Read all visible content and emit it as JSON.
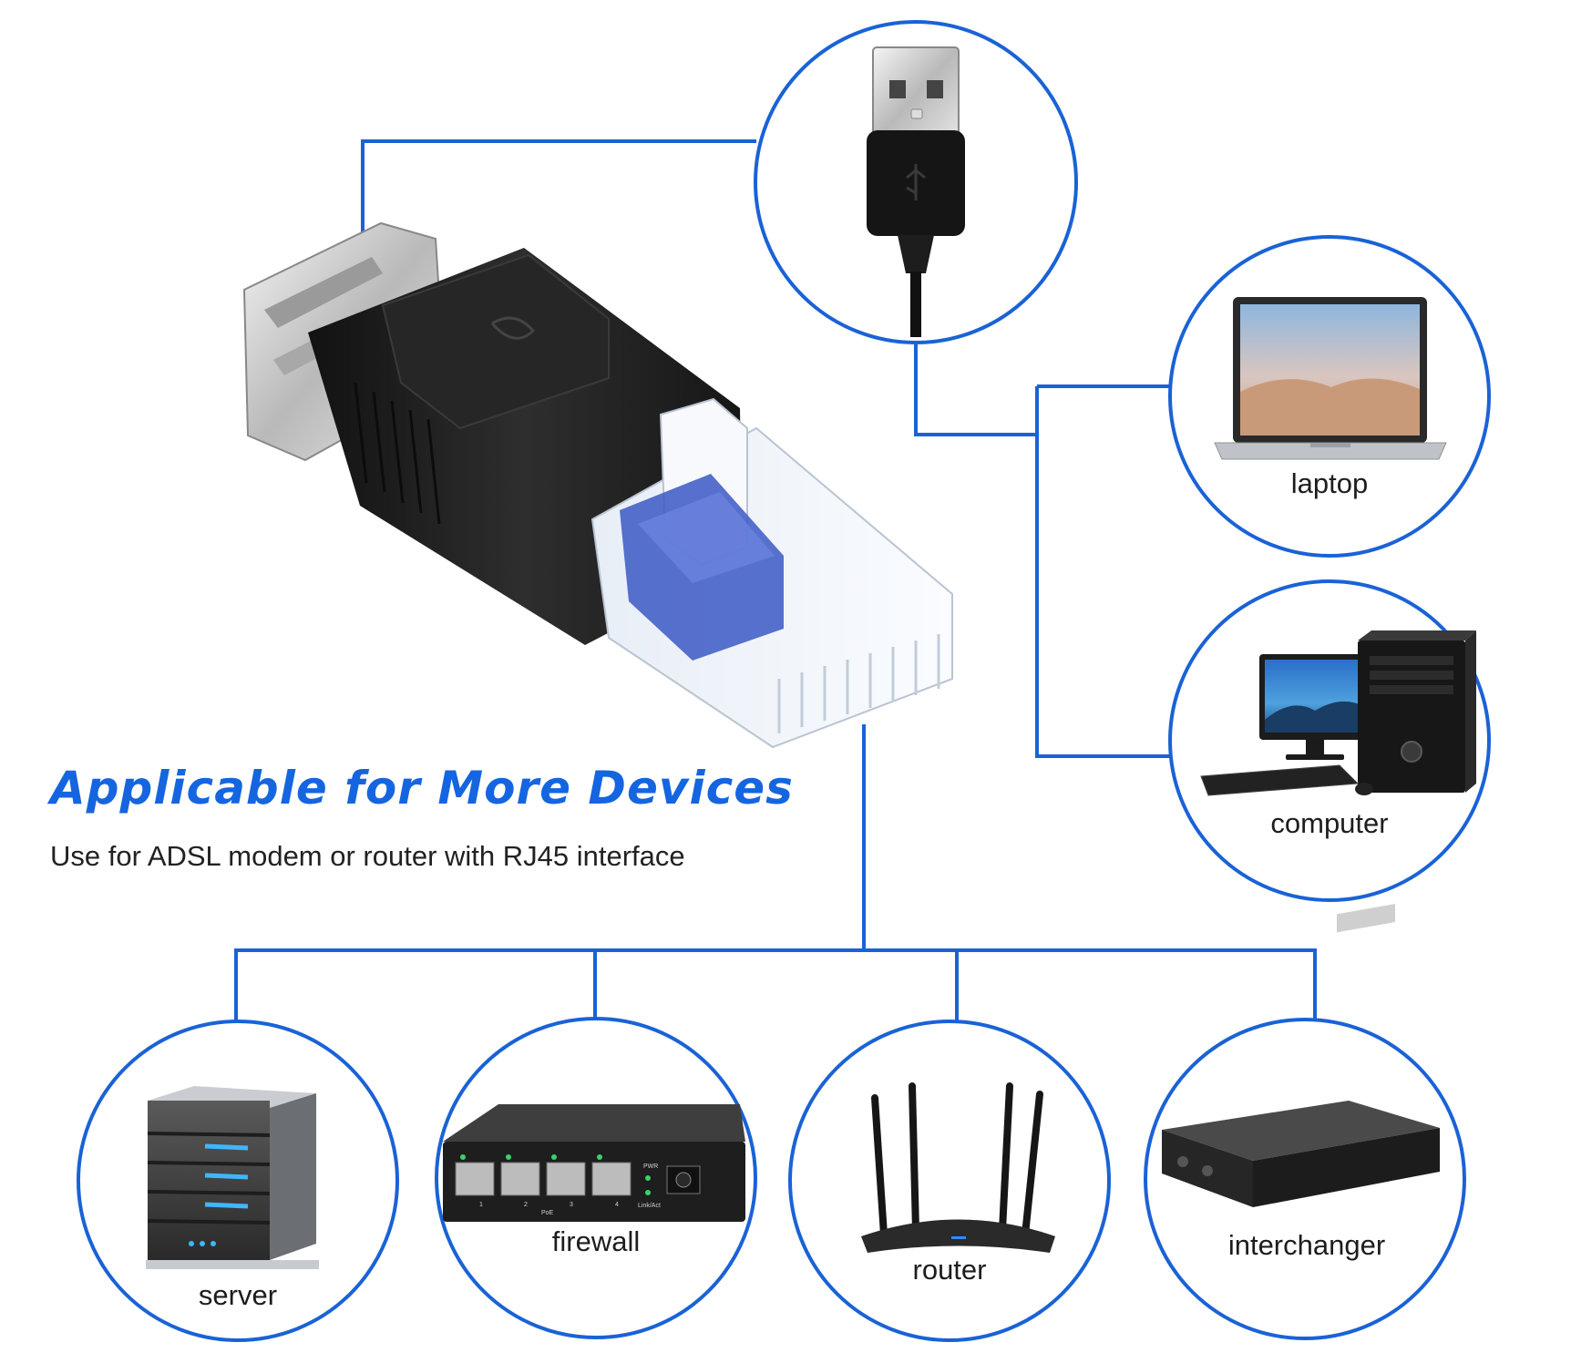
{
  "headline": "Applicable for More Devices",
  "subline": "Use for ADSL modem or router with RJ45 interface",
  "device_labels": {
    "laptop": "laptop",
    "computer": "computer",
    "server": "server",
    "firewall": "firewall",
    "router": "router",
    "interchanger": "interchanger"
  },
  "switch_panel": {
    "pwr": "PWR",
    "link_act": "Link/Act",
    "poe": "PoE",
    "port_numbers": [
      "1",
      "2",
      "3",
      "4"
    ]
  },
  "colors": {
    "accent_blue": "#1565e0",
    "line_blue": "#1a62d6",
    "text_dark": "#222222",
    "adapter_body": "#1b1b1b",
    "led_green": "#39d16a"
  },
  "icons": [
    "usb-a-plug-icon",
    "usb-female-to-rj45-adapter-icon",
    "laptop-icon",
    "desktop-computer-icon",
    "server-icon",
    "ethernet-switch-icon",
    "wifi-router-icon",
    "rack-switch-icon"
  ]
}
